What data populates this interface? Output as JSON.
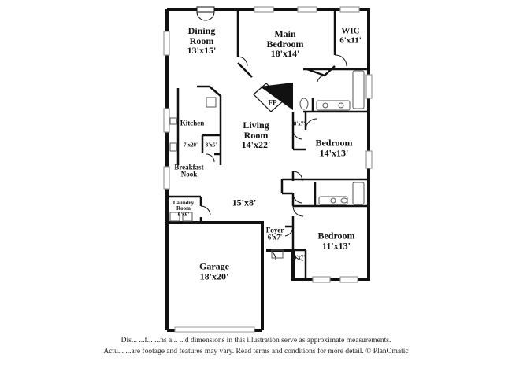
{
  "rooms": {
    "dining": {
      "name": "Dining\nRoom",
      "dims": "13'x15'"
    },
    "main_bedroom": {
      "name": "Main\nBedroom",
      "dims": "18'x14'"
    },
    "wic": {
      "name": "WIC",
      "dims": "6'x11'"
    },
    "fp": {
      "name": "FP"
    },
    "kitchen": {
      "name": "Kitchen"
    },
    "pantry_a": {
      "dims": "7'x20'"
    },
    "pantry_b": {
      "dims": "3'x5'"
    },
    "living": {
      "name": "Living\nRoom",
      "dims": "14'x22'"
    },
    "closet_a": {
      "dims": "8'x7'"
    },
    "bedroom_2": {
      "name": "Bedroom",
      "dims": "14'x13'"
    },
    "breakfast": {
      "name": "Breakfast\nNook"
    },
    "hall": {
      "dims": "15'x8'"
    },
    "laundry": {
      "name": "Laundry\nRoom",
      "dims": "6'x6'"
    },
    "foyer": {
      "name": "Foyer",
      "dims": "6'x7'"
    },
    "bedroom_3": {
      "name": "Bedroom",
      "dims": "11'x13'"
    },
    "closet_b": {
      "dims": "3'x7'"
    },
    "garage": {
      "name": "Garage",
      "dims": "18'x20'"
    }
  },
  "disclaimer": {
    "line1": "Dis... ...f... ...ns a... ...d dimensions in this illustration serve as approximate measurements.",
    "line2": "Actu... ...are footage and features may vary. Read terms and conditions for more detail. © PlanOmatic"
  },
  "colors": {
    "wall": "#111111",
    "fixture": "#555555",
    "window": "#999999"
  }
}
